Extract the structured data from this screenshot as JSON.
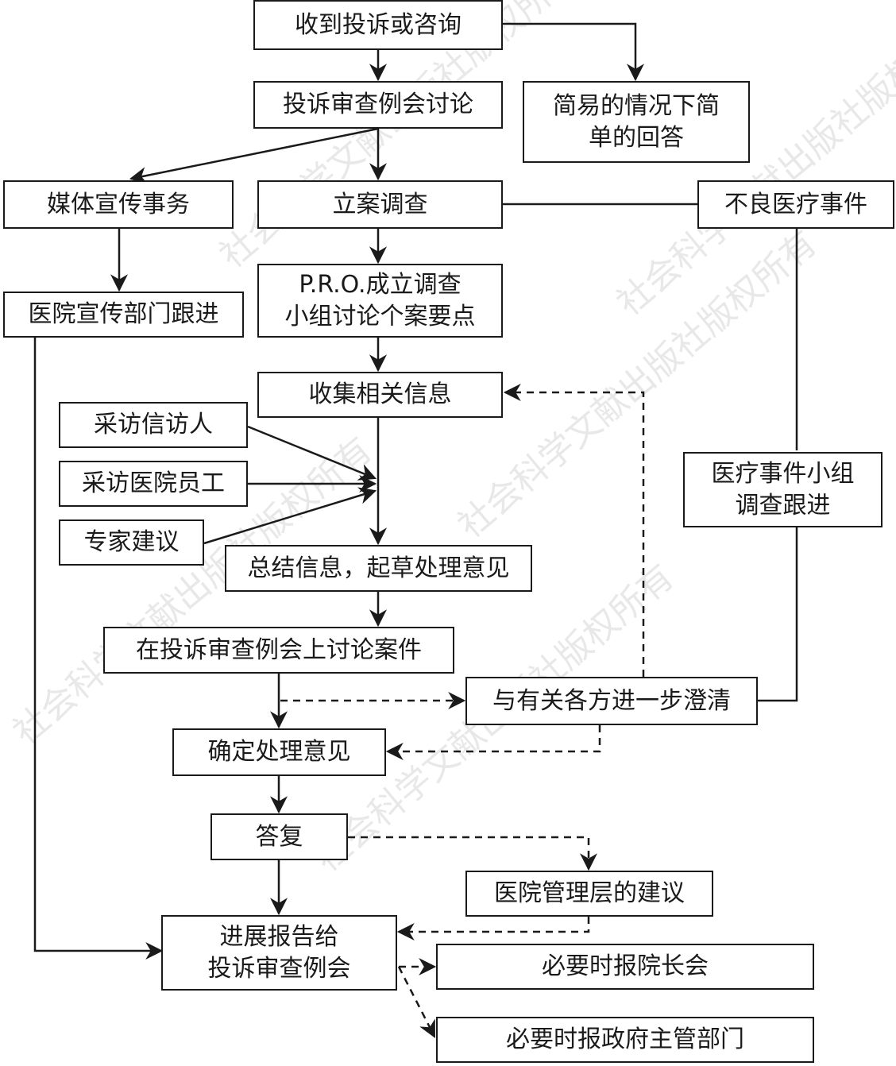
{
  "nodes": {
    "receive": "收到投诉或咨询",
    "meeting_discuss": "投诉审查例会讨论",
    "simple_reply_line1": "简易的情况下简",
    "simple_reply_line2": "单的回答",
    "media": "媒体宣传事务",
    "file_case": "立案调查",
    "adverse_event": "不良医疗事件",
    "hospital_pr": "医院宣传部门跟进",
    "pro_line1": "P.R.O.成立调查",
    "pro_line2": "小组讨论个案要点",
    "collect_info": "收集相关信息",
    "interview_petitioner": "采访信访人",
    "interview_staff": "采访医院员工",
    "expert_advice": "专家建议",
    "medical_team_line1": "医疗事件小组",
    "medical_team_line2": "调查跟进",
    "summarize": "总结信息，起草处理意见",
    "discuss_case": "在投诉审查例会上讨论案件",
    "clarify": "与有关各方进一步澄清",
    "confirm_opinion": "确定处理意见",
    "reply": "答复",
    "management_advice": "医院管理层的建议",
    "progress_line1": "进展报告给",
    "progress_line2": "投诉审查例会",
    "report_president": "必要时报院长会",
    "report_government": "必要时报政府主管部门"
  },
  "watermark": "社会科学文献出版社版权所有",
  "colors": {
    "stroke": "#1a1a1a",
    "background": "#ffffff"
  }
}
